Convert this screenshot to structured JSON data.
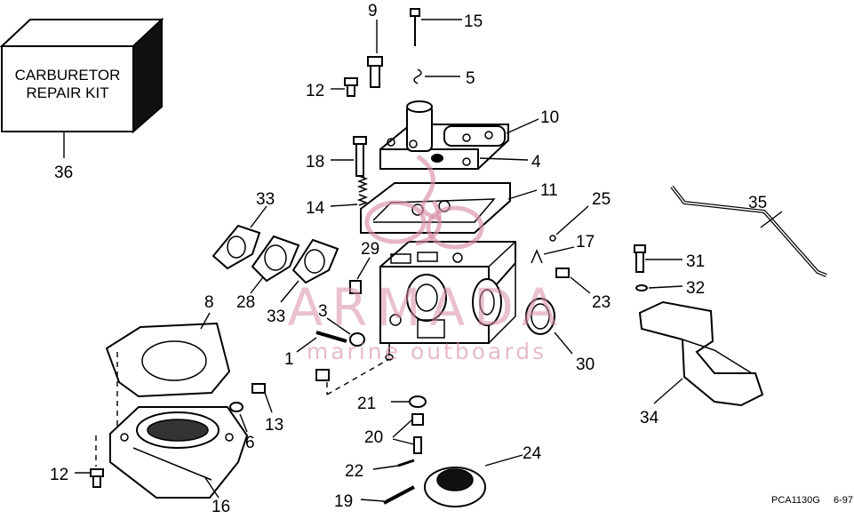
{
  "kit_box": {
    "line1": "CARBURETOR",
    "line2": "REPAIR KIT"
  },
  "callouts": [
    {
      "id": "c36",
      "num": "36"
    },
    {
      "id": "c9",
      "num": "9"
    },
    {
      "id": "c15",
      "num": "15"
    },
    {
      "id": "c5",
      "num": "5"
    },
    {
      "id": "c12a",
      "num": "12"
    },
    {
      "id": "c10",
      "num": "10"
    },
    {
      "id": "c18",
      "num": "18"
    },
    {
      "id": "c4",
      "num": "4"
    },
    {
      "id": "c11",
      "num": "11"
    },
    {
      "id": "c33a",
      "num": "33"
    },
    {
      "id": "c14",
      "num": "14"
    },
    {
      "id": "c25",
      "num": "25"
    },
    {
      "id": "c35",
      "num": "35"
    },
    {
      "id": "c17",
      "num": "17"
    },
    {
      "id": "c29",
      "num": "29"
    },
    {
      "id": "c31",
      "num": "31"
    },
    {
      "id": "c28",
      "num": "28"
    },
    {
      "id": "c32",
      "num": "32"
    },
    {
      "id": "c8",
      "num": "8"
    },
    {
      "id": "c23",
      "num": "23"
    },
    {
      "id": "c33b",
      "num": "33"
    },
    {
      "id": "c3",
      "num": "3"
    },
    {
      "id": "c1",
      "num": "1"
    },
    {
      "id": "c30",
      "num": "30"
    },
    {
      "id": "c21",
      "num": "21"
    },
    {
      "id": "c13",
      "num": "13"
    },
    {
      "id": "c34",
      "num": "34"
    },
    {
      "id": "c6",
      "num": "6"
    },
    {
      "id": "c20",
      "num": "20"
    },
    {
      "id": "c24",
      "num": "24"
    },
    {
      "id": "c22",
      "num": "22"
    },
    {
      "id": "c12b",
      "num": "12"
    },
    {
      "id": "c19",
      "num": "19"
    },
    {
      "id": "c16",
      "num": "16"
    }
  ],
  "footer": {
    "code": "PCA1130G",
    "date": "6-97"
  },
  "watermark": {
    "brand": "ARMADA",
    "tagline": "marine outboards",
    "color": "#d98da8"
  }
}
